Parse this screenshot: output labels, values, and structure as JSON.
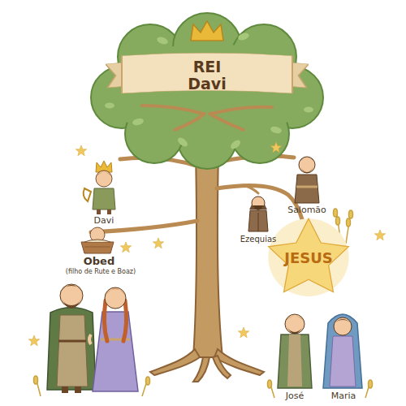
{
  "diagram": {
    "nodes": [
      {
        "text": [
          "REI Davi"
        ]
      },
      {
        "text": [
          "JESUS"
        ]
      }
    ],
    "labels": [
      "Davi",
      "Obed",
      "(filho de Rute e Boaz)",
      "Salomão",
      "Ezequias",
      "José",
      "Maria"
    ]
  }
}
